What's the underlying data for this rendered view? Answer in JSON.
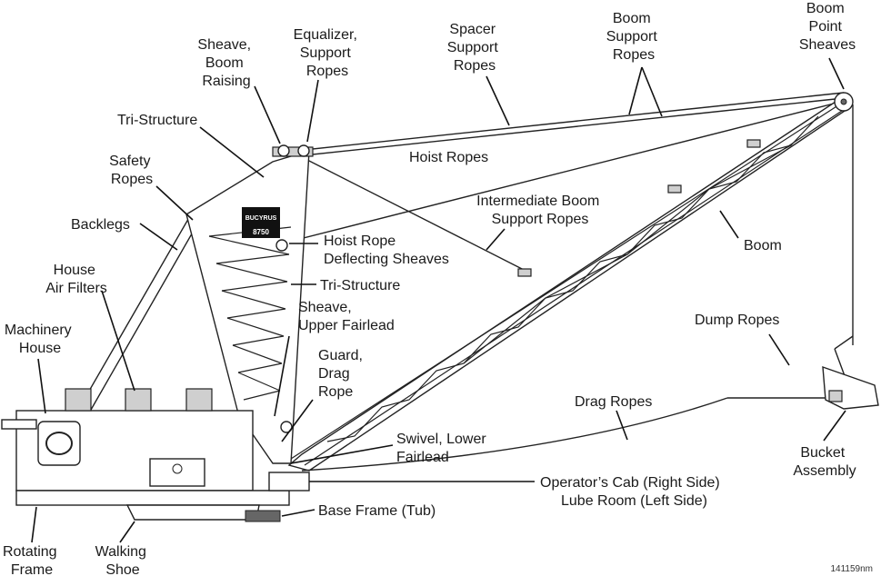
{
  "labels": {
    "sheave_boom_raising": [
      "Sheave,",
      "Boom",
      "Raising"
    ],
    "equalizer_support_ropes": [
      "Equalizer,",
      "Support",
      "Ropes"
    ],
    "spacer_support_ropes": [
      "Spacer",
      "Support",
      "Ropes"
    ],
    "boom_support_ropes": [
      "Boom",
      "Support",
      "Ropes"
    ],
    "boom_point_sheaves": [
      "Boom",
      "Point",
      "Sheaves"
    ],
    "tri_structure_top": "Tri-Structure",
    "safety_ropes": [
      "Safety",
      "Ropes"
    ],
    "hoist_ropes": "Hoist Ropes",
    "intermediate_boom_support_ropes": [
      "Intermediate Boom",
      "Support Ropes"
    ],
    "backlegs": "Backlegs",
    "hoist_rope_deflecting_sheaves": [
      "Hoist Rope",
      "Deflecting Sheaves"
    ],
    "boom": "Boom",
    "house_air_filters": [
      "House",
      "Air Filters"
    ],
    "tri_structure_mid": "Tri-Structure",
    "sheave_upper_fairlead": [
      "Sheave,",
      "Upper Fairlead"
    ],
    "dump_ropes": "Dump Ropes",
    "machinery_house": [
      "Machinery",
      "House"
    ],
    "guard_drag_rope": [
      "Guard,",
      "Drag",
      "Rope"
    ],
    "drag_ropes": "Drag Ropes",
    "swivel_lower_fairlead": [
      "Swivel, Lower",
      "Fairlead"
    ],
    "bucket_assembly": [
      "Bucket",
      "Assembly"
    ],
    "operators_cab": [
      "Operator’s Cab (Right Side)",
      "Lube Room (Left Side)"
    ],
    "base_frame": "Base Frame (Tub)",
    "rotating_frame": [
      "Rotating",
      "Frame"
    ],
    "walking_shoe": [
      "Walking",
      "Shoe"
    ]
  },
  "cab_sign": {
    "brand": "BUCYRUS",
    "model": "8750"
  },
  "figure_number": "141159nm"
}
